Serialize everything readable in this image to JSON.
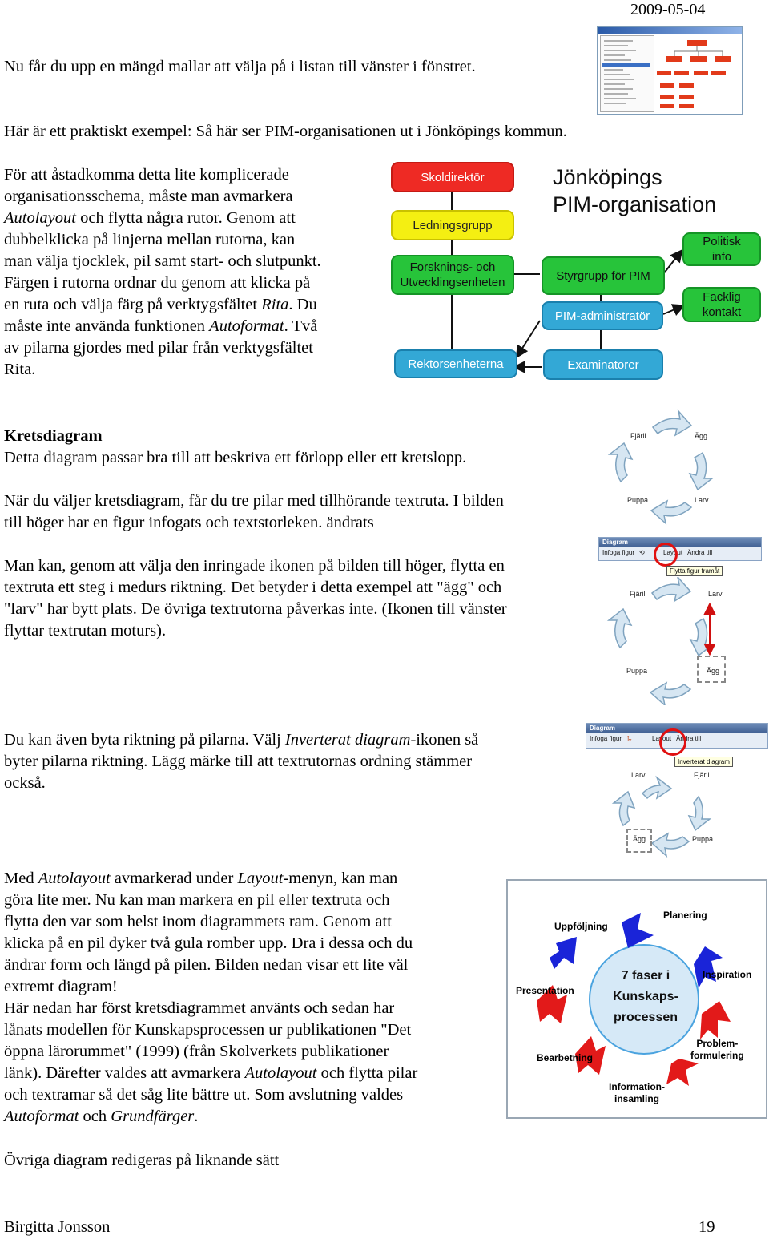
{
  "header": {
    "date": "2009-05-04"
  },
  "para1": "Nu får du upp en mängd mallar att välja på i listan till vänster i fönstret.",
  "para2": "Här är ett praktiskt exempel: Så här ser PIM-organisationen ut i Jönköpings kommun.",
  "para3_lines": [
    "För att åstadkomma detta lite komplicerade",
    "organisationsschema, måste man avmarkera",
    "Autolayout och flytta några rutor. Genom att",
    "dubbelklicka på linjerna mellan rutorna, kan",
    "man välja tjocklek, pil samt start- och slutpunkt.",
    "Färgen i rutorna ordnar du genom att klicka på",
    "en ruta och välja färg på verktygsfältet Rita. Du",
    "måste inte använda funktionen Autoformat. Två",
    "av pilarna gjordes med pilar från verktygsfältet",
    "Rita."
  ],
  "org_chart": {
    "title_line1": "Jönköpings",
    "title_line2": "PIM-organisation",
    "boxes": {
      "skoldirektor": "Skoldirektör",
      "ledningsgrupp": "Ledningsgrupp",
      "forskning_1": "Forsknings- och",
      "forskning_2": "Utvecklingsenheten",
      "styrgrupp": "Styrgrupp för PIM",
      "politisk_1": "Politisk",
      "politisk_2": "info",
      "facklig_1": "Facklig",
      "facklig_2": "kontakt",
      "pim_admin": "PIM-administratör",
      "rektors": "Rektorsenheterna",
      "examinatorer": "Examinatorer"
    },
    "colors": {
      "red": "#ee2a24",
      "yellow": "#f4ef12",
      "green": "#27c43a",
      "blue": "#33a8d6"
    }
  },
  "krets": {
    "heading": "Kretsdiagram",
    "p1": "Detta diagram passar bra till att beskriva ett förlopp eller ett kretslopp.",
    "p2_lines": [
      "När du väljer kretsdiagram, får du tre pilar med tillhörande textruta. I bilden",
      "till höger har en figur infogats och textstorleken. ändrats"
    ],
    "p3_lines": [
      "Man kan, genom att välja den inringade ikonen på bilden till höger, flytta en",
      "textruta ett steg i medurs riktning. Det betyder i detta exempel att \"ägg\" och",
      "\"larv\" har bytt plats. De övriga textrutorna påverkas inte. (Ikonen till vänster",
      "flyttar textrutan moturs)."
    ],
    "p4_lines": [
      "Du kan även byta riktning på pilarna. Välj Inverterat diagram-ikonen så",
      "byter pilarna riktning. Lägg märke till att textrutornas ordning stämmer",
      "också."
    ],
    "p4_em": "Inverterat diagram",
    "cycle1": {
      "fjaril": "Fjäril",
      "agg": "Ägg",
      "puppa": "Puppa",
      "larv": "Larv"
    },
    "toolbar": {
      "title": "Diagram",
      "insert": "Infoga figur",
      "layout": "Layout",
      "change": "Ändra till",
      "tooltip_move": "Flytta figur framåt",
      "tooltip_invert": "Inverterat diagram"
    }
  },
  "autolayout": {
    "lines": [
      "Med Autolayout avmarkerad under Layout-menyn, kan man",
      "göra lite mer. Nu kan man markera en pil eller textruta och",
      "flytta den var som helst inom diagrammets ram. Genom att",
      "klicka på en pil dyker två gula romber upp. Dra i dessa och du",
      "ändrar form och längd på pilen. Bilden nedan visar ett lite väl",
      "extremt diagram!",
      "Här nedan har först kretsdiagrammet använts och sedan har",
      "lånats modellen för Kunskapsprocessen ur publikationen \"Det",
      "öppna lärorummet\" (1999) (från Skolverkets publikationer",
      "länk). Därefter valdes att avmarkera Autolayout och flytta pilar",
      "och textramar så det såg lite bättre ut. Som avslutning valdes",
      "Autoformat och Grundfärger."
    ],
    "em_autolayout": "Autolayout",
    "em_layout": "Layout",
    "em_autoformat": "Autoformat",
    "em_grundfarger": "Grundfärger"
  },
  "process": {
    "center_1": "7 faser i",
    "center_2": "Kunskaps-",
    "center_3": "processen",
    "labels": {
      "planering": "Planering",
      "uppfoljning": "Uppföljning",
      "inspiration": "Inspiration",
      "presentation": "Presentation",
      "problem_1": "Problem-",
      "problem_2": "formulering",
      "bearbetning": "Bearbetning",
      "info_1": "Information-",
      "info_2": "insamling"
    }
  },
  "ovriga": "Övriga diagram redigeras på liknande sätt",
  "footer": {
    "author": "Birgitta Jonsson",
    "page": "19"
  }
}
